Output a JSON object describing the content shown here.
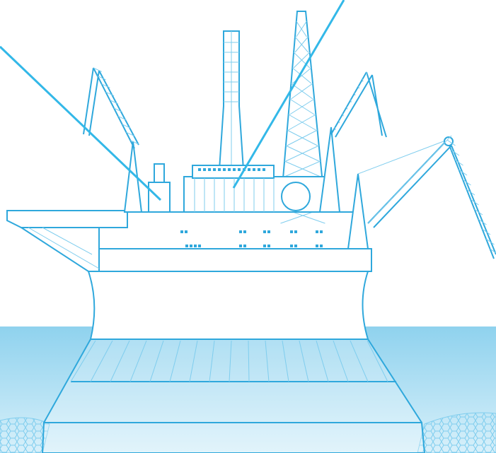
{
  "illustration": {
    "subject": "offshore-oil-platform",
    "colors": {
      "line": "#2fa8dc",
      "line_light": "#7fcdee",
      "pointer": "#33b8e8",
      "sky": "#ffffff",
      "water_top": "#8fd2ee",
      "water_bottom": "#d8f0fa",
      "hull_fill": "#ffffff",
      "deck_fill": "#ffffff"
    },
    "callouts": [
      {
        "name": "callout-line-left",
        "label": ""
      },
      {
        "name": "callout-line-right",
        "label": ""
      }
    ]
  }
}
